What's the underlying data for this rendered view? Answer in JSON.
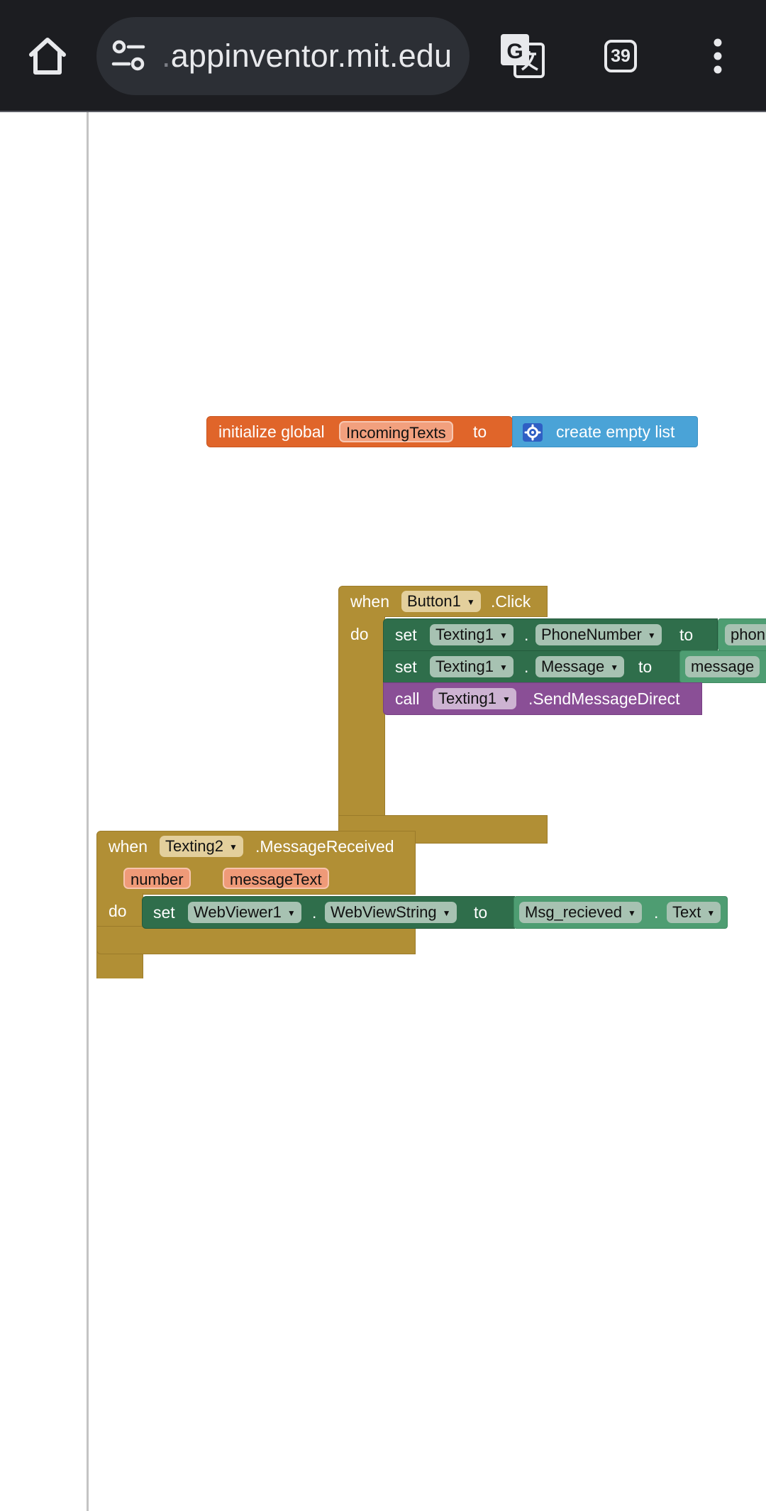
{
  "browser": {
    "url_prefix": ".",
    "url": "appinventor.mit.edu",
    "tab_count": "39",
    "icons": [
      "home-icon",
      "site-settings-icon",
      "translate-icon",
      "tab-switcher-icon",
      "more-vert-icon"
    ]
  },
  "blocks": {
    "init_global": {
      "label": "initialize global",
      "var_name": "IncomingTexts",
      "to": "to",
      "value_label": "create empty list"
    },
    "button_click": {
      "when": "when",
      "component": "Button1",
      "event": ".Click",
      "do": "do",
      "stmt1": {
        "set": "set",
        "component": "Texting1",
        "dot": ".",
        "property": "PhoneNumber",
        "to": "to",
        "value": "phon"
      },
      "stmt2": {
        "set": "set",
        "component": "Texting1",
        "dot": ".",
        "property": "Message",
        "to": "to",
        "value": "message"
      },
      "stmt3": {
        "call": "call",
        "component": "Texting1",
        "method": ".SendMessageDirect"
      }
    },
    "message_received": {
      "when": "when",
      "component": "Texting2",
      "event": ".MessageReceived",
      "param1": "number",
      "param2": "messageText",
      "do": "do",
      "stmt": {
        "set": "set",
        "component": "WebViewer1",
        "dot": ".",
        "property": "WebViewString",
        "to": "to",
        "value_component": "Msg_recieved",
        "value_dot": ".",
        "value_property": "Text"
      }
    }
  },
  "colors": {
    "event": "#b18f35",
    "set": "#2f6e4b",
    "getter": "#4e9d72",
    "call": "#8a4f96",
    "init": "#e0652a",
    "list": "#4aa3d7",
    "topbar": "#1c1d21"
  }
}
